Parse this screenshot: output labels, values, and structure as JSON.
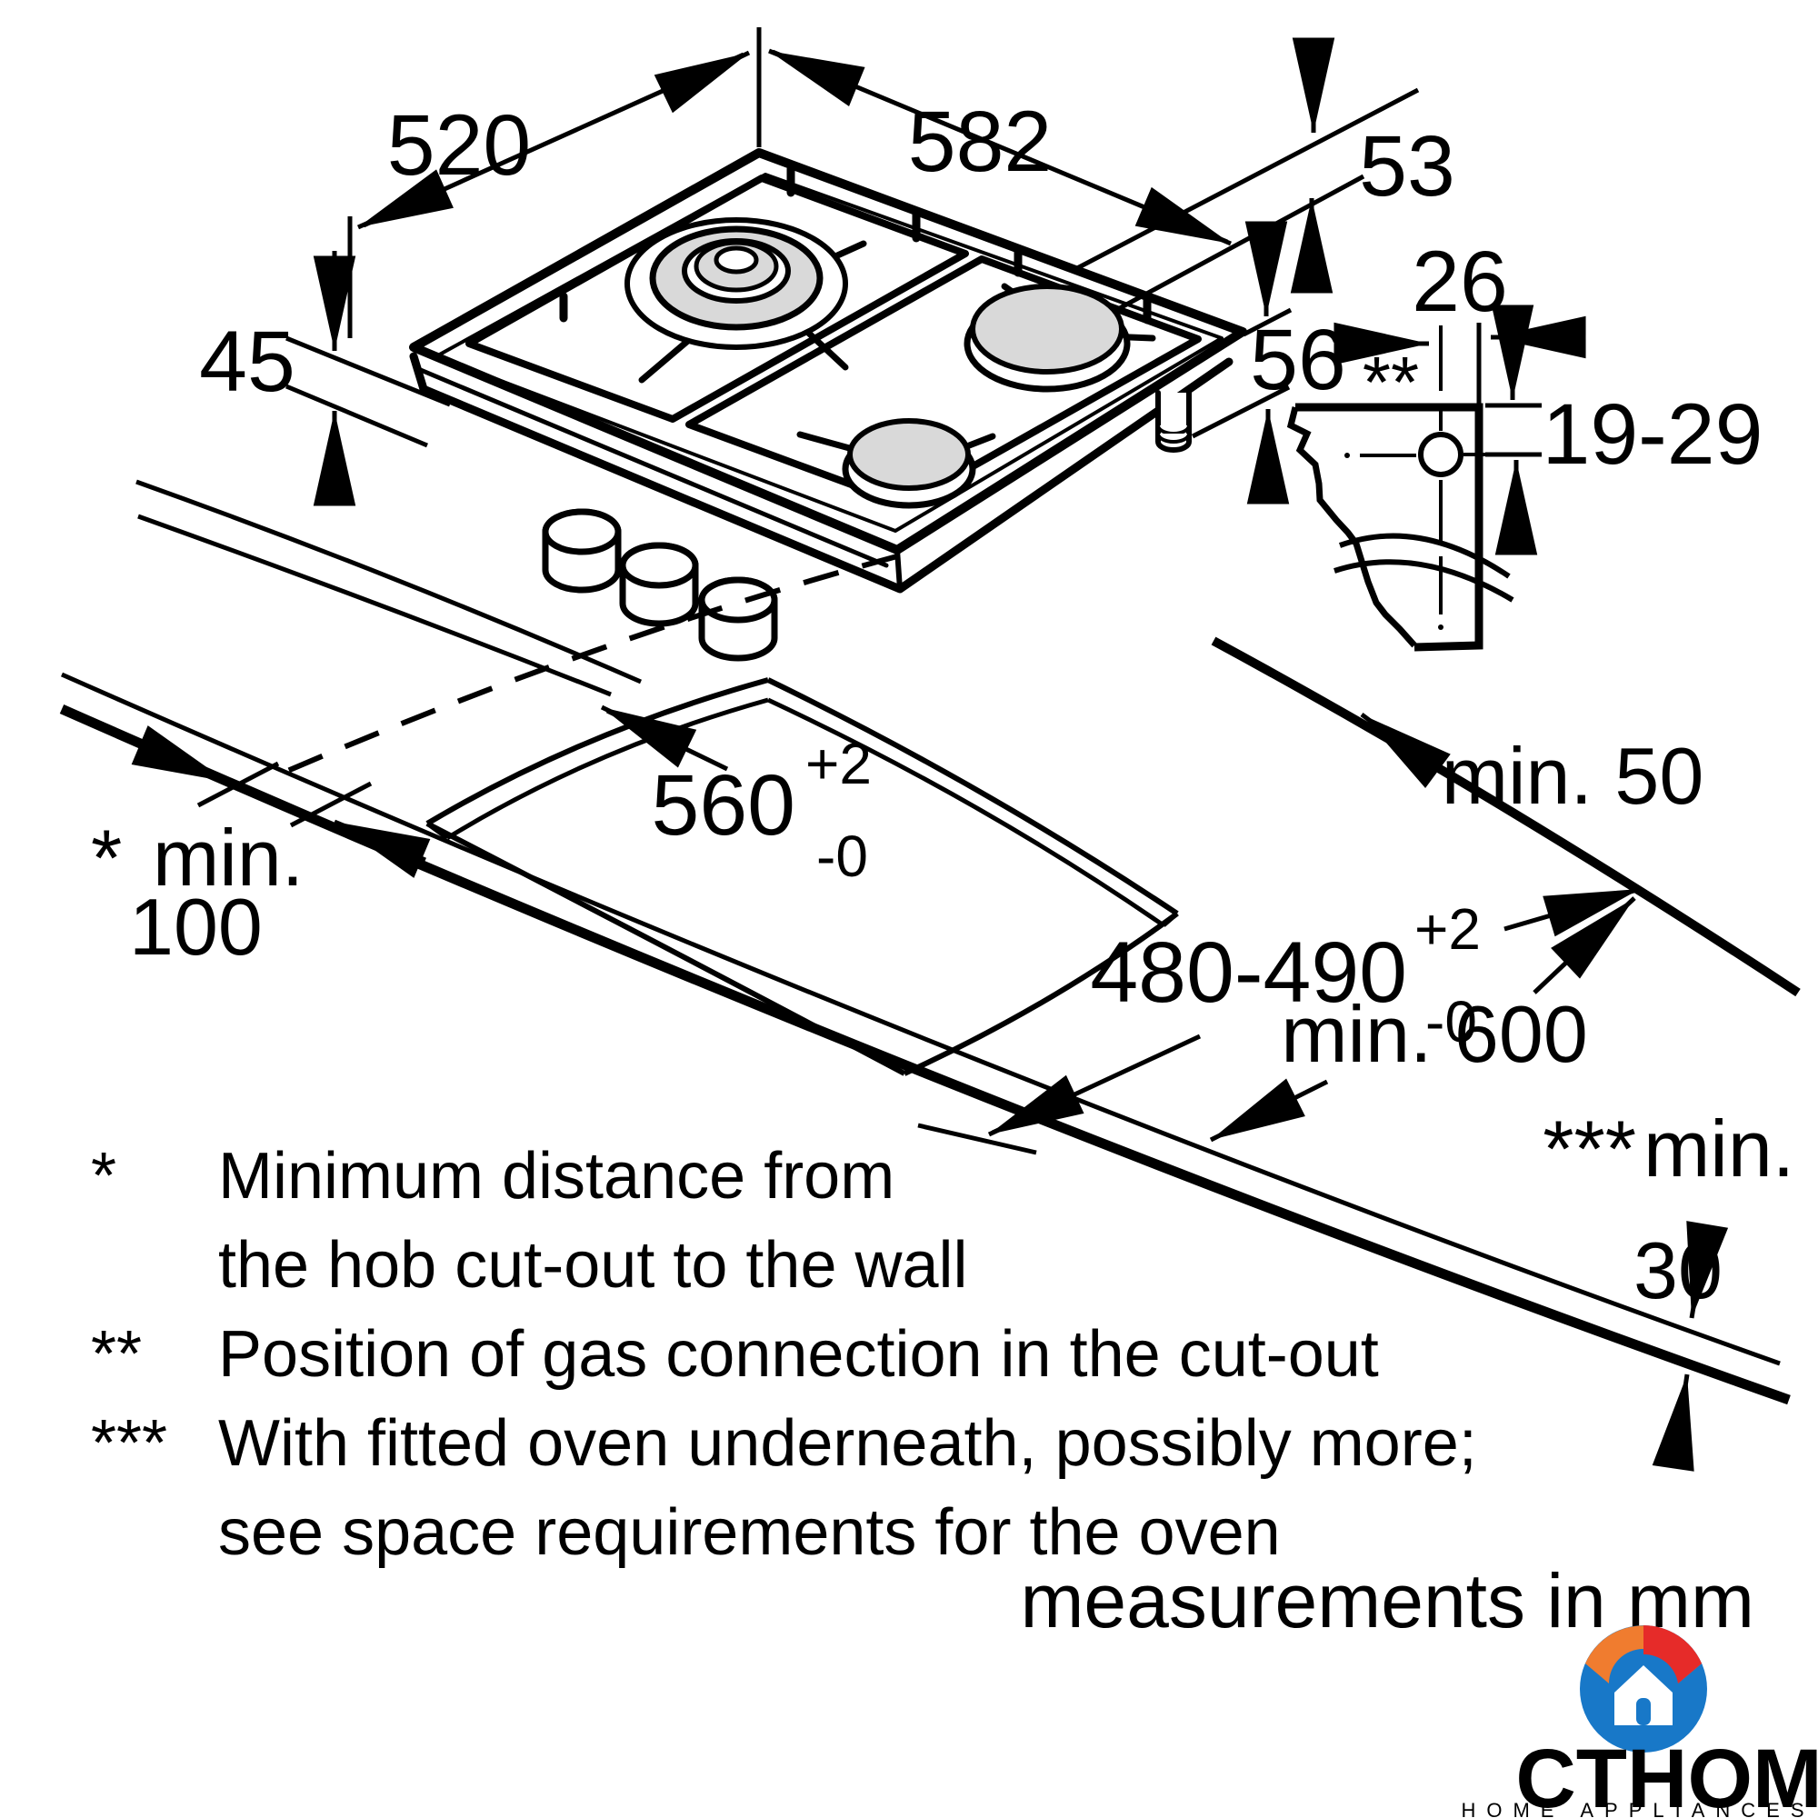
{
  "diagram": {
    "hob": {
      "width": "582",
      "depth": "520",
      "height": "45",
      "rim_height": "53",
      "gas_connection_depth": "56",
      "gas_connection_ref": "**",
      "gas_side_offset": "26",
      "gas_height_range": "19-29"
    },
    "cutout": {
      "width": "560",
      "width_tol_plus": "+2",
      "width_tol_minus": "-0",
      "depth": "480-490",
      "depth_tol_plus": "+2",
      "depth_tol_minus": "-0"
    },
    "clearances": {
      "rear": "min. 50",
      "wall_star": "*",
      "wall_min": "min.",
      "wall_value": "100",
      "worktop_depth": "min. 600",
      "oven_stars": "***",
      "oven_min": "min.",
      "oven_value": "30"
    }
  },
  "footnotes": [
    {
      "marker": "*",
      "line1": "Minimum distance from",
      "line2": "the hob cut-out to the wall"
    },
    {
      "marker": "**",
      "line1": "Position of gas connection in the cut-out",
      "line2": ""
    },
    {
      "marker": "***",
      "line1": "With fitted oven underneath, possibly more;",
      "line2": "see space requirements for the oven"
    }
  ],
  "units_note": "measurements in mm",
  "logo": {
    "brand_primary": "CT",
    "brand_secondary": "HOME",
    "tagline": "HOME APPLIANCES",
    "colors": {
      "primary_red": "#e62b29",
      "brand_blue": "#1878c8",
      "swirl_orange": "#f07c2f",
      "tagline_gray": "#9a9fa4"
    }
  }
}
